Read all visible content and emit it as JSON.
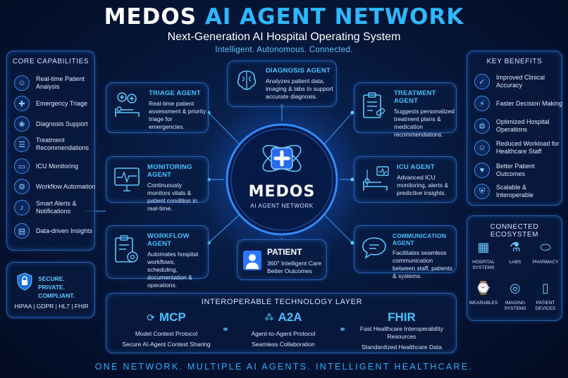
{
  "header": {
    "title_white": "MEDOS",
    "title_blue": "AI AGENT NETWORK",
    "subtitle": "Next-Generation AI Hospital Operating System",
    "tagline": "Intelligent. Autonomous. Connected."
  },
  "core_capabilities": {
    "title": "CORE CAPABILITIES",
    "items": [
      {
        "label": "Real-time Patient Analysis",
        "icon": "person-scan-icon"
      },
      {
        "label": "Emergency Triage",
        "icon": "ambulance-icon"
      },
      {
        "label": "Diagnosis Support",
        "icon": "brain-icon"
      },
      {
        "label": "Treatment Recommendations",
        "icon": "clipboard-icon"
      },
      {
        "label": "ICU Monitoring",
        "icon": "monitor-icon"
      },
      {
        "label": "Workflow Automation",
        "icon": "gear-icon"
      },
      {
        "label": "Smart Alerts & Notifications",
        "icon": "bell-icon"
      },
      {
        "label": "Data-driven Insights",
        "icon": "chart-icon"
      }
    ]
  },
  "security": {
    "title": "SECURE. PRIVATE. COMPLIANT.",
    "standards": "HIPAA | GDPR | HL7 | FHIR"
  },
  "agents": {
    "diagnosis": {
      "title": "DIAGNOSIS AGENT",
      "desc": "Analyzes patient data, imaging & labs to support accurate diagnosis."
    },
    "triage": {
      "title": "TRIAGE AGENT",
      "desc": "Real-time patient assessment & priority triage for emergencies."
    },
    "treatment": {
      "title": "TREATMENT AGENT",
      "desc": "Suggests personalized treatment plans & medication recommendations."
    },
    "monitoring": {
      "title": "MONITORING AGENT",
      "desc": "Continuously monitors vitals & patient condition in real-time."
    },
    "icu": {
      "title": "ICU AGENT",
      "desc": "Advanced ICU monitoring, alerts & predictive insights."
    },
    "workflow": {
      "title": "WORKFLOW AGENT",
      "desc": "Automates hospital workflows, scheduling, documentation & operations."
    },
    "communication": {
      "title": "COMMUNICATION AGENT",
      "desc": "Facilitates seamless communication between staff, patients & systems."
    },
    "patient": {
      "title": "PATIENT",
      "line1": "360° Intelligent Care",
      "line2": "Better Outcomes"
    }
  },
  "hub": {
    "name": "MEDOS",
    "subtitle": "AI AGENT NETWORK"
  },
  "key_benefits": {
    "title": "KEY BENEFITS",
    "items": [
      {
        "label": "Improved Clinical Accuracy",
        "icon": "check-icon"
      },
      {
        "label": "Faster Decision Making",
        "icon": "lightning-icon"
      },
      {
        "label": "Optimized Hospital Operations",
        "icon": "gears-icon"
      },
      {
        "label": "Reduced Workload for Healthcare Staff",
        "icon": "people-icon"
      },
      {
        "label": "Better Patient Outcomes",
        "icon": "heart-icon"
      },
      {
        "label": "Scalable & Interoperable",
        "icon": "shield-icon"
      }
    ]
  },
  "ecosystem": {
    "title": "CONNECTED ECOSYSTEM",
    "items": [
      {
        "label": "HOSPITAL SYSTEMS",
        "icon": "hospital-icon"
      },
      {
        "label": "LABS",
        "icon": "flask-icon"
      },
      {
        "label": "PHARMACY",
        "icon": "pill-icon"
      },
      {
        "label": "WEARABLES",
        "icon": "watch-icon"
      },
      {
        "label": "IMAGING SYSTEMS",
        "icon": "scan-icon"
      },
      {
        "label": "PATIENT DEVICES",
        "icon": "phone-icon"
      }
    ]
  },
  "tech_layer": {
    "title": "INTEROPERABLE TECHNOLOGY LAYER",
    "mcp": {
      "name": "MCP",
      "line1": "Model Context Protocol",
      "line2": "Secure AI-Agent Context Sharing"
    },
    "a2a": {
      "name": "A2A",
      "line1": "Agent-to-Agent Protocol",
      "line2": "Seamless Collaboration"
    },
    "fhir": {
      "name": "FHIR",
      "line1": "Fast Healthcare Interoperability Resources",
      "line2": "Standardized Healthcare Data"
    }
  },
  "footer": "ONE NETWORK. MULTIPLE AI AGENTS. INTELLIGENT HEALTHCARE.",
  "colors": {
    "accent": "#2fb8ff",
    "background": "#06173a",
    "border": "#2a5fae"
  }
}
